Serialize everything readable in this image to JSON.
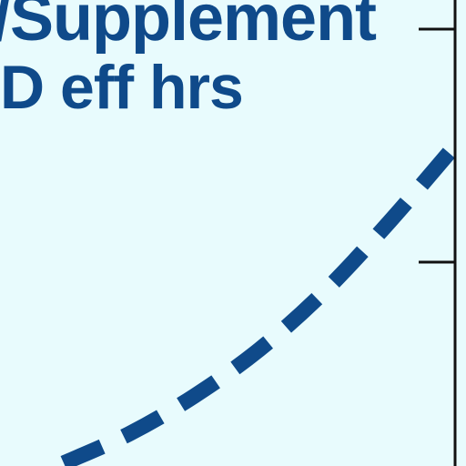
{
  "chart_data": {
    "type": "line",
    "annotation_lines": [
      "/Supplement",
      "D eff hrs"
    ],
    "series": [
      {
        "style": "dashed",
        "color": "#0f4a8a",
        "x": [
          0,
          1,
          2,
          3,
          4,
          5,
          6
        ],
        "y": [
          0.05,
          0.55,
          1.2,
          2.0,
          3.0,
          4.2,
          5.5
        ]
      }
    ],
    "xlim": [
      0,
      6
    ],
    "ylim": [
      0,
      8
    ],
    "right_axis": {
      "ticks": [
        3.5,
        7.5
      ]
    },
    "grid": false,
    "colors": {
      "background": "#e8fbfd",
      "line": "#0f4a8a",
      "axis": "#111111"
    }
  }
}
